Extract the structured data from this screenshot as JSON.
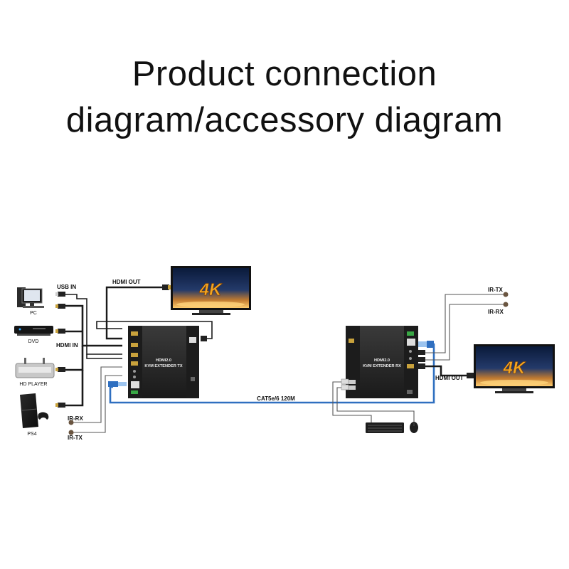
{
  "title": {
    "line1": "Product connection",
    "line2": "diagram/accessory diagram"
  },
  "sources": [
    {
      "label": "PC"
    },
    {
      "label": "DVD"
    },
    {
      "label": "HD PLAYER"
    },
    {
      "label": "PS4"
    }
  ],
  "labels": {
    "usb_in": "USB IN",
    "hdmi_in": "HDMI IN",
    "hdmi_out_tx": "HDMI OUT",
    "hdmi_out_rx": "HDMI OUT",
    "ir_rx_tx": "IR-RX",
    "ir_tx_tx": "IR-TX",
    "ir_tx_rx": "IR-TX",
    "ir_rx_rx": "IR-RX",
    "cable": "CAT5e/6 120M"
  },
  "devices": {
    "tx": {
      "line1": "HDMI2.0",
      "line2": "KVM EXTENDER TX"
    },
    "rx": {
      "line1": "HDMI2.0",
      "line2": "KVM EXTENDER RX"
    }
  },
  "displays": {
    "tx_monitor": {
      "badge": "4K"
    },
    "rx_monitor": {
      "badge": "4K"
    }
  },
  "colors": {
    "cable_blue": "#2f6fc0",
    "device_body": "#262626",
    "wire": "#1a1a1a",
    "monitor_orange": "#f0a020"
  }
}
